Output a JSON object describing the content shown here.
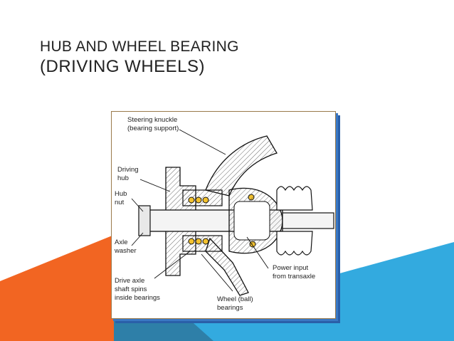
{
  "slide": {
    "title_line1": "HUB AND WHEEL BEARING",
    "title_line2": "(DRIVING WHEELS)"
  },
  "colors": {
    "orange": "#f26522",
    "blue": "#33aadf",
    "dark_blue": "#2e7fa8",
    "bearing_yellow": "#f2c12e",
    "frame_shadow": "#3a78c4"
  },
  "diagram": {
    "labels": {
      "steering_knuckle_1": "Steering knuckle",
      "steering_knuckle_2": "(bearing support)",
      "driving_hub_1": "Driving",
      "driving_hub_2": "hub",
      "hub_nut_1": "Hub",
      "hub_nut_2": "nut",
      "axle_washer_1": "Axle",
      "axle_washer_2": "washer",
      "drive_axle_1": "Drive axle",
      "drive_axle_2": "shaft spins",
      "drive_axle_3": "inside bearings",
      "power_input_1": "Power input",
      "power_input_2": "from transaxle",
      "wheel_bearings_1": "Wheel (ball)",
      "wheel_bearings_2": "bearings"
    }
  }
}
